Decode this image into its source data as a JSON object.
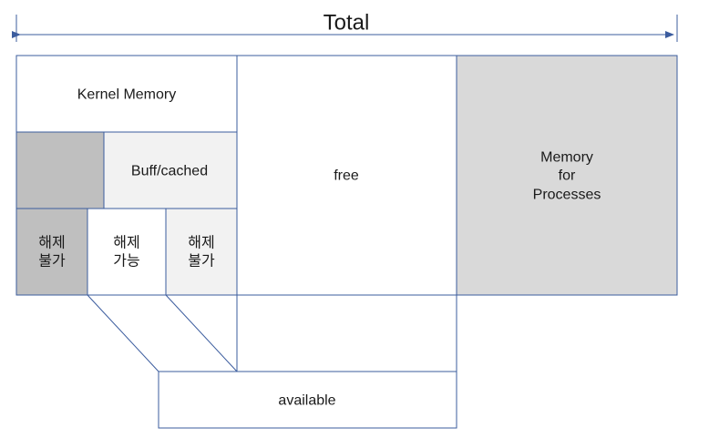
{
  "diagram": {
    "total_label": "Total",
    "kernel_memory": "Kernel Memory",
    "buff_cached": "Buff/cached",
    "free": "free",
    "memory_for_processes": [
      "Memory",
      "for",
      "Processes"
    ],
    "non_reclaimable_1": [
      "해제",
      "불가"
    ],
    "reclaimable": [
      "해제",
      "가능"
    ],
    "non_reclaimable_2": [
      "해제",
      "불가"
    ],
    "available": "available"
  },
  "colors": {
    "line": "#3b5c9e",
    "gray_dark": "#bfbfbf",
    "gray_light": "#f2f2f2",
    "gray_processes": "#d9d9d9",
    "white": "#ffffff"
  }
}
